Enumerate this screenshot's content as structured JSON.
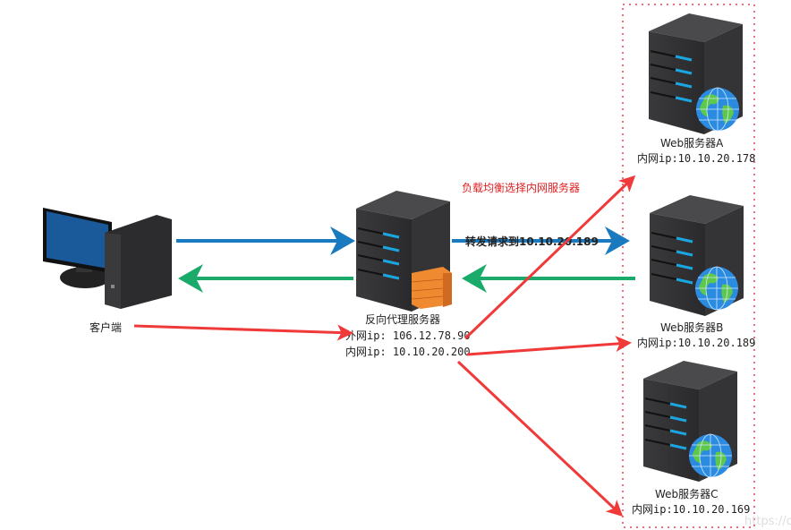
{
  "client": {
    "label": "客户端"
  },
  "proxy": {
    "label": "反向代理服务器",
    "external_ip": "外网ip: 106.12.78.90",
    "internal_ip": "内网ip: 10.10.20.200"
  },
  "annotations": {
    "load_balance": "负载均衡选择内网服务器",
    "forward": "转发请求到10.10.20.189"
  },
  "web_servers": [
    {
      "label": "Web服务器A",
      "ip": "内网ip:10.10.20.178"
    },
    {
      "label": "Web服务器B",
      "ip": "内网ip:10.10.20.189"
    },
    {
      "label": "Web服务器C",
      "ip": "内网ip:10.10.20.169"
    }
  ],
  "watermark": "https://c",
  "colors": {
    "request": "#1a7abf",
    "response": "#1aaa6a",
    "routing": "#f03a3a",
    "group_border": "#e04050"
  }
}
